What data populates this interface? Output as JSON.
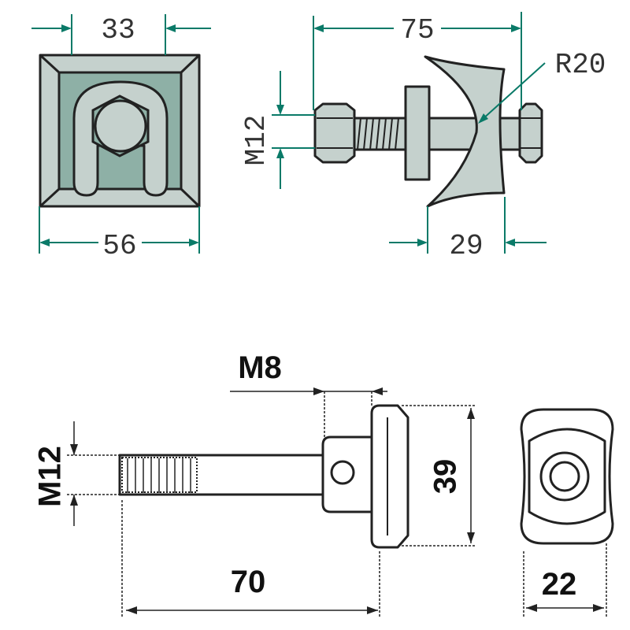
{
  "top_view": {
    "dim_width_inner": "33",
    "dim_width_outer": "56"
  },
  "side_view": {
    "dim_length": "75",
    "dim_thread": "M12",
    "dim_radius": "R20",
    "dim_depth": "29"
  },
  "bottom_view": {
    "dim_pin": "M8",
    "dim_thread": "M12",
    "dim_length": "70",
    "dim_head": "39",
    "dim_width": "22"
  },
  "colors": {
    "light": "#c5d1cd",
    "dark": "#8eb0a6",
    "dimension": "#0a7a68"
  }
}
